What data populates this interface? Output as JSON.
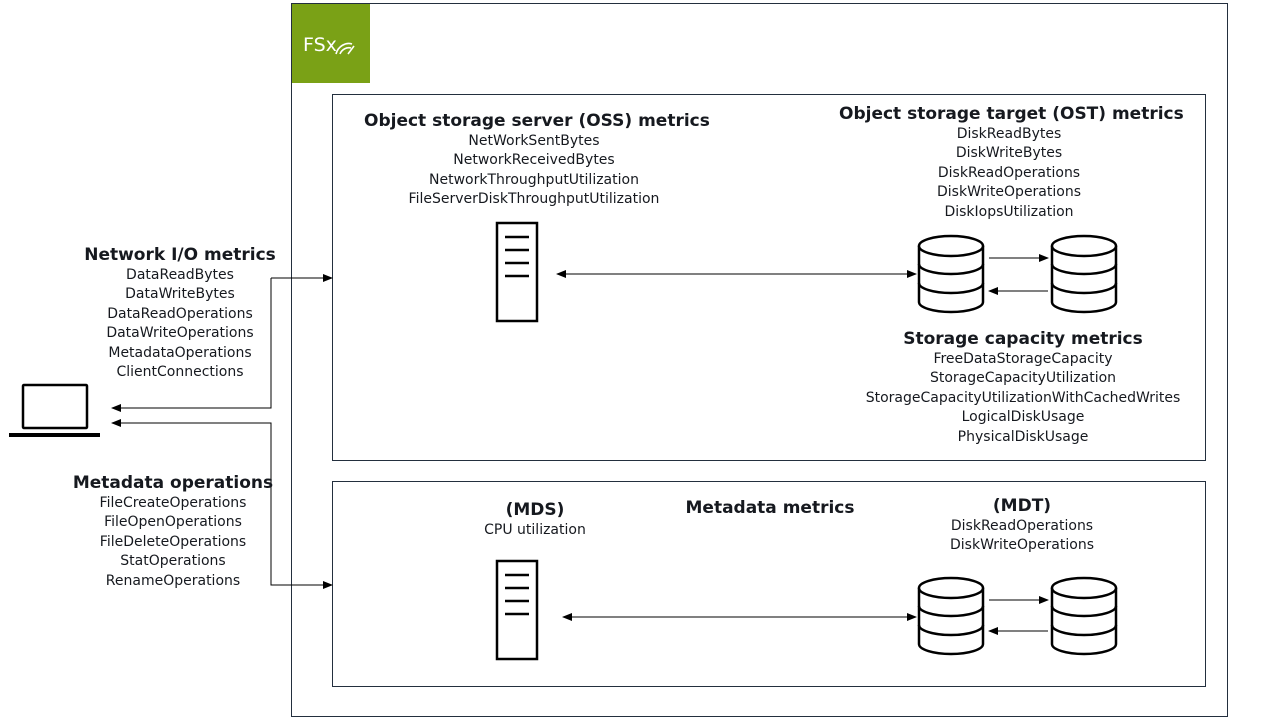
{
  "logo": {
    "text": "FSx",
    "color": "#7aa116"
  },
  "client": {
    "network_io": {
      "title": "Network I/O metrics",
      "items": [
        "DataReadBytes",
        "DataWriteBytes",
        "DataReadOperations",
        "DataWriteOperations",
        "MetadataOperations",
        "ClientConnections"
      ]
    },
    "metadata_ops": {
      "title": "Metadata operations",
      "items": [
        "FileCreateOperations",
        "FileOpenOperations",
        "FileDeleteOperations",
        "StatOperations",
        "RenameOperations"
      ]
    }
  },
  "storage_panel": {
    "oss": {
      "title": "Object storage server (OSS) metrics",
      "items": [
        "NetWorkSentBytes",
        "NetworkReceivedBytes",
        "NetworkThroughputUtilization",
        "FileServerDiskThroughputUtilization"
      ]
    },
    "ost": {
      "title": "Object storage target (OST) metrics",
      "items": [
        "DiskReadBytes",
        "DiskWriteBytes",
        "DiskReadOperations",
        "DiskWriteOperations",
        "DiskIopsUtilization"
      ]
    },
    "capacity": {
      "title": "Storage capacity metrics",
      "items": [
        "FreeDataStorageCapacity",
        "StorageCapacityUtilization",
        "StorageCapacityUtilizationWithCachedWrites",
        "LogicalDiskUsage",
        "PhysicalDiskUsage"
      ]
    }
  },
  "metadata_panel": {
    "title": "Metadata  metrics",
    "mds": {
      "title": "(MDS)",
      "items": [
        "CPU utilization"
      ]
    },
    "mdt": {
      "title": "(MDT)",
      "items": [
        "DiskReadOperations",
        "DiskWriteOperations"
      ]
    }
  }
}
